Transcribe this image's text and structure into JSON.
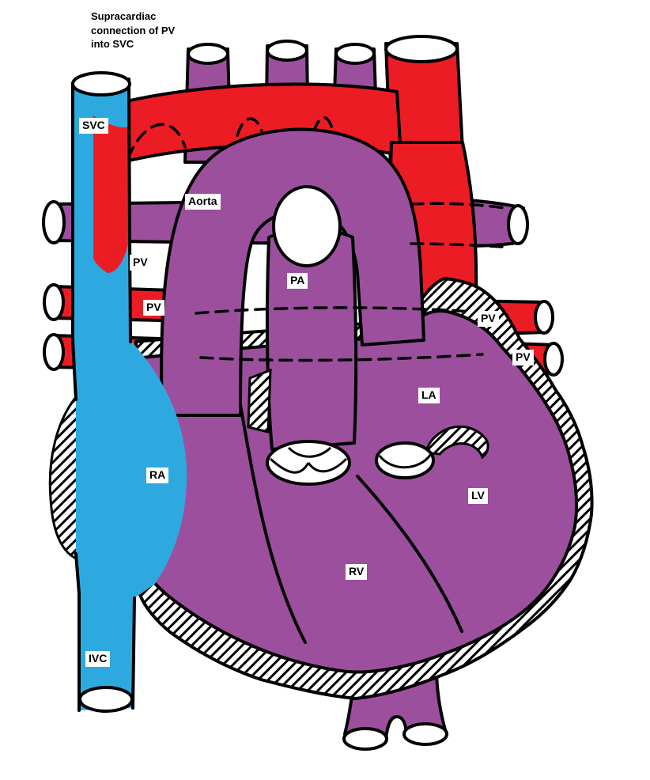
{
  "title": "Supracardiac connection of PV into SVC",
  "labels": {
    "svc": "SVC",
    "aorta": "Aorta",
    "pv_left_1": "PV",
    "pv_left_2": "PV",
    "pa": "PA",
    "pv_right_1": "PV",
    "pv_right_2": "PV",
    "la": "LA",
    "ra": "RA",
    "lv": "LV",
    "rv": "RV",
    "ivc": "IVC"
  },
  "colors": {
    "vein_blue": "#2EA9E0",
    "oxygenated_red": "#EC1C24",
    "mixed_purple": "#9C4F9D",
    "outline_black": "#000000",
    "background_white": "#FFFFFF"
  }
}
